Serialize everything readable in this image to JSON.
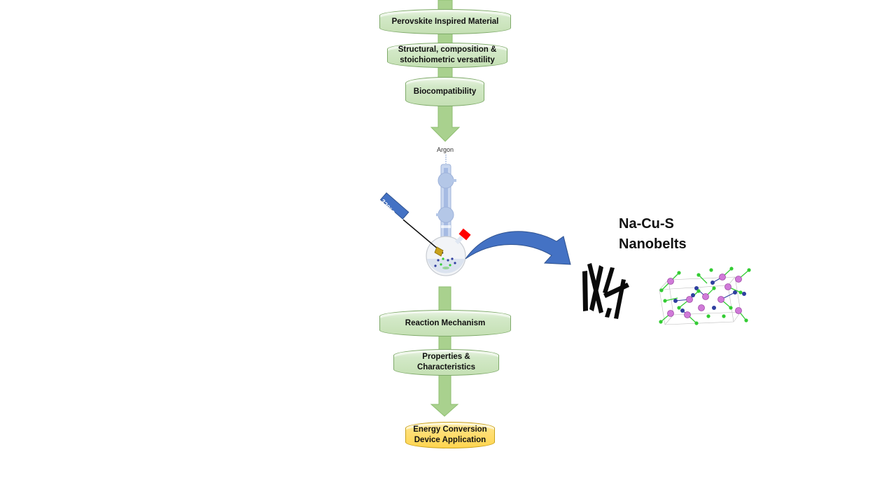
{
  "flow": {
    "steps_top": [
      {
        "label": "Perovskite Inspired Material"
      },
      {
        "line1": "Structural, composition &",
        "line2": "stoichiometric versatility"
      },
      {
        "label": "Biocompatibility"
      }
    ],
    "reaction": {
      "gas_label": "Argon",
      "temperature_label": "320°C"
    },
    "steps_bottom": [
      {
        "label": "Reaction Mechanism"
      },
      {
        "line1": "Properties &",
        "line2": "Characteristics"
      }
    ],
    "final": {
      "line1": "Energy Conversion",
      "line2": "Device Application"
    }
  },
  "product": {
    "title_line1": "Na-Cu-S",
    "title_line2": "Nanobelts"
  },
  "colors": {
    "flow_arrow": "#a9d18e",
    "step_fill": "#c5e0b4",
    "final_fill": "#ffd54f",
    "curved_arrow": "#4472c4",
    "flask_glass": "#b4c7e7",
    "stopper": "#ff0000",
    "thermometer": "#4472c4",
    "atom_pink": "#d07ad8",
    "atom_green": "#33cc33",
    "atom_blue": "#2f3f9f"
  }
}
